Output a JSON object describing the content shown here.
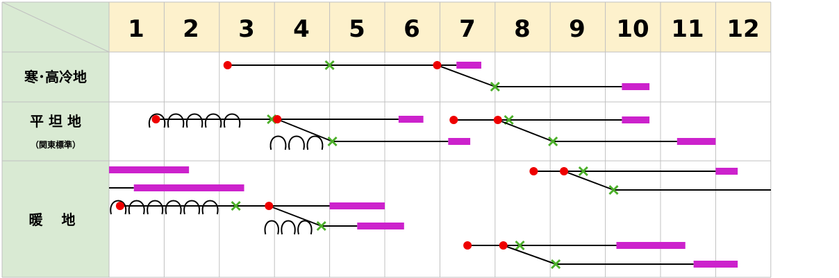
{
  "colors": {
    "header_bg": "#fdf1cc",
    "region_bg": "#d9ead3",
    "grid": "#c0c0c0",
    "sow": "#ee0000",
    "plant": "#4caf2a",
    "harvest": "#cc22cc",
    "line": "#000000"
  },
  "months": [
    "1",
    "2",
    "3",
    "4",
    "5",
    "6",
    "7",
    "8",
    "9",
    "10",
    "11",
    "12"
  ],
  "regions": [
    {
      "id": "cold",
      "label": "寒･高冷地",
      "sub": ""
    },
    {
      "id": "plain",
      "label": "平 坦 地",
      "sub": "（関東標準）"
    },
    {
      "id": "warm",
      "label": "暖　 地",
      "sub": ""
    }
  ],
  "schedule": [
    {
      "region": "cold",
      "sow": 3.15,
      "plant": 5.0,
      "harvest": [
        7.3,
        7.75
      ],
      "tunnel": null
    },
    {
      "region": "cold",
      "sow": 6.95,
      "plant": 8.0,
      "harvest": [
        10.3,
        10.8
      ],
      "tunnel": null
    },
    {
      "region": "plain",
      "sow": 1.85,
      "plant": 3.95,
      "harvest": [
        6.25,
        6.7
      ],
      "tunnel": [
        1.7,
        3.4
      ]
    },
    {
      "region": "plain",
      "sow": 4.05,
      "plant": 5.05,
      "harvest": [
        7.15,
        7.55
      ],
      "tunnel": [
        3.9,
        4.9
      ]
    },
    {
      "region": "plain",
      "sow": 7.25,
      "plant": 8.25,
      "harvest": [
        10.3,
        10.8
      ],
      "tunnel": null
    },
    {
      "region": "plain",
      "sow": 8.05,
      "plant": 9.05,
      "harvest": [
        11.3,
        12.0
      ],
      "tunnel": null
    },
    {
      "region": "warm",
      "sow": null,
      "plant": null,
      "harvest": [
        1.0,
        2.45
      ],
      "tunnel": null
    },
    {
      "region": "warm",
      "sow": null,
      "plant": null,
      "harvest": [
        1.45,
        3.45
      ],
      "tunnel": null
    },
    {
      "region": "warm",
      "sow": 8.7,
      "plant": 9.6,
      "harvest": [
        12.0,
        12.4
      ],
      "tunnel": null
    },
    {
      "region": "warm",
      "sow": 9.25,
      "plant": 10.15,
      "harvest": null,
      "tunnel": null
    },
    {
      "region": "warm",
      "sow": 1.2,
      "plant": 3.3,
      "harvest": [
        5.0,
        6.0
      ],
      "tunnel": [
        1.0,
        3.0
      ]
    },
    {
      "region": "warm",
      "sow": 3.9,
      "plant": 4.85,
      "harvest": [
        5.5,
        6.35
      ],
      "tunnel": [
        3.8,
        4.7
      ]
    },
    {
      "region": "warm",
      "sow": 7.5,
      "plant": 8.45,
      "harvest": [
        10.2,
        11.45
      ],
      "tunnel": null
    },
    {
      "region": "warm",
      "sow": 8.15,
      "plant": 9.1,
      "harvest": [
        11.6,
        12.4
      ],
      "tunnel": null
    }
  ]
}
